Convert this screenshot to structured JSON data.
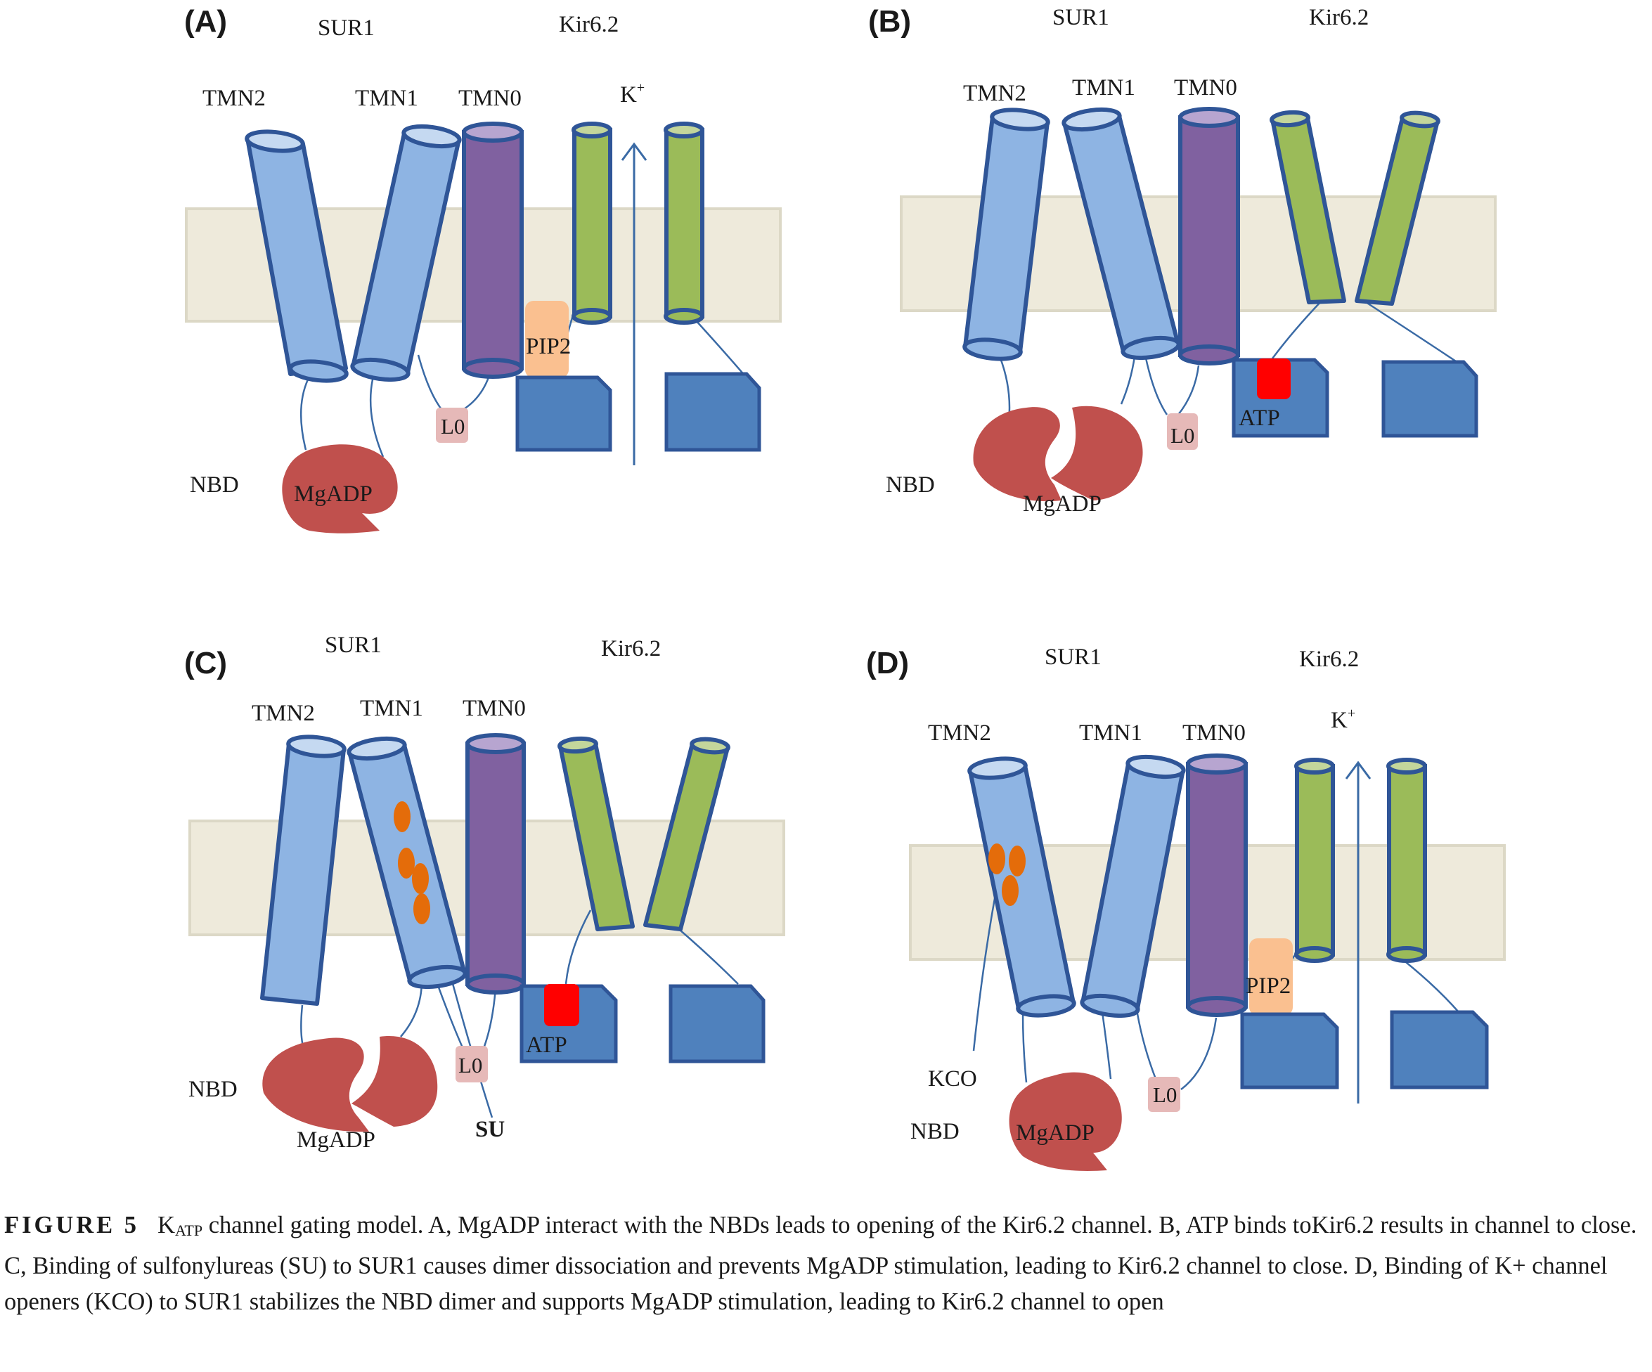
{
  "panels": [
    {
      "id": "A",
      "letter": "(A)",
      "sur1": "SUR1",
      "kir": "Kir6.2",
      "tmn2": "TMN2",
      "tmn1": "TMN1",
      "tmn0": "TMN0",
      "kplus": "K",
      "kplus_sup": "+",
      "pip2": "PIP2",
      "l0": "L0",
      "nbd": "NBD",
      "mgadp": "MgADP"
    },
    {
      "id": "B",
      "letter": "(B)",
      "sur1": "SUR1",
      "kir": "Kir6.2",
      "tmn2": "TMN2",
      "tmn1": "TMN1",
      "tmn0": "TMN0",
      "atp": "ATP",
      "l0": "L0",
      "nbd": "NBD",
      "mgadp": "MgADP"
    },
    {
      "id": "C",
      "letter": "(C)",
      "sur1": "SUR1",
      "kir": "Kir6.2",
      "tmn2": "TMN2",
      "tmn1": "TMN1",
      "tmn0": "TMN0",
      "atp": "ATP",
      "l0": "L0",
      "nbd": "NBD",
      "mgadp": "MgADP",
      "su": "SU"
    },
    {
      "id": "D",
      "letter": "(D)",
      "sur1": "SUR1",
      "kir": "Kir6.2",
      "tmn2": "TMN2",
      "tmn1": "TMN1",
      "tmn0": "TMN0",
      "kplus": "K",
      "kplus_sup": "+",
      "pip2": "PIP2",
      "l0": "L0",
      "nbd": "NBD",
      "mgadp": "MgADP",
      "kco": "KCO"
    }
  ],
  "caption": {
    "label": "FIGURE 5",
    "k": "K",
    "k_sub": "ATP",
    "text": " channel gating model. A, MgADP interact with the NBDs leads to opening of the Kir6.2 channel. B, ATP binds toKir6.2 results in channel to close. C, Binding of sulfonylureas (SU) to SUR1 causes dimer dissociation and prevents MgADP stimulation, leading to Kir6.2 channel to close. D, Binding of K+ channel openers (KCO) to SUR1 stabilizes the NBD dimer and supports MgADP stimulation, leading to Kir6.2 channel to open"
  },
  "colors": {
    "membrane": "#eeeadb",
    "sur_blue": "#8eb4e3",
    "tmn0_purple": "#8061a0",
    "kir_green": "#9bbb59",
    "nbd_kir_box": "#4f81bd",
    "nbd_red": "#c0504d",
    "pip2": "#fac090",
    "l0": "#e6b9b8",
    "atp": "#ff0000",
    "su_dots": "#e46c0a",
    "outline": "#2f4f80"
  }
}
